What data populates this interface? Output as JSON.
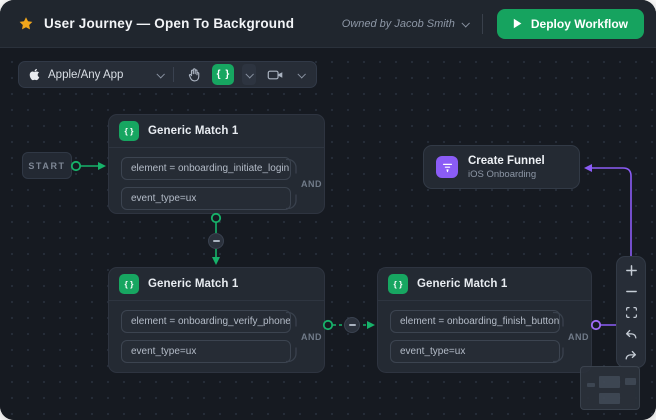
{
  "header": {
    "title": "User Journey — Open To Background",
    "owned_by": "Owned by Jacob Smith",
    "deploy_label": "Deploy Workflow"
  },
  "toolbar": {
    "app_selector_label": "Apple/Any App",
    "braces_glyph": "{ }"
  },
  "canvas": {
    "start_label": "START",
    "and_label": "AND",
    "nodes": {
      "match1": {
        "title": "Generic Match 1",
        "fields": [
          "element = onboarding_initiate_login",
          "event_type=ux"
        ]
      },
      "match2": {
        "title": "Generic Match 1",
        "fields": [
          "element = onboarding_verify_phone",
          "event_type=ux"
        ]
      },
      "match3": {
        "title": "Generic Match 1",
        "fields": [
          "element = onboarding_finish_button",
          "event_type=ux"
        ]
      },
      "funnel": {
        "title": "Create Funnel",
        "subtitle": "iOS Onboarding"
      }
    }
  },
  "zoom_panel": {
    "items": [
      "zoom-in",
      "zoom-out",
      "fit-view",
      "undo",
      "redo"
    ]
  },
  "colors": {
    "accent_green": "#17b26a",
    "accent_purple": "#8b5cf6",
    "star": "#f0a61c",
    "deploy_button": "#16a35f",
    "canvas_bg": "#161a21",
    "node_bg": "#242a33"
  }
}
